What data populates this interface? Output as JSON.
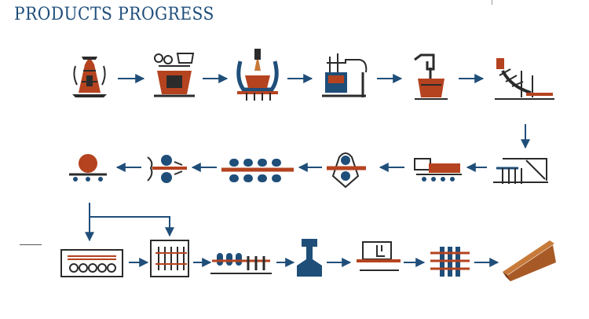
{
  "title": "PRODUCTS PROGRESS",
  "colors": {
    "navy": "#1f4e79",
    "rust": "#b5431f",
    "dark": "#2b2b2b",
    "steel": "#c77a3a"
  },
  "steps": [
    {
      "id": "iron-ore-mining",
      "icon": "mine-tower-icon"
    },
    {
      "id": "sintering",
      "icon": "sintering-plant-icon"
    },
    {
      "id": "blast-furnace",
      "icon": "blast-furnace-icon"
    },
    {
      "id": "converter",
      "icon": "converter-icon"
    },
    {
      "id": "ladle-refining",
      "icon": "ladle-furnace-icon"
    },
    {
      "id": "continuous-casting",
      "icon": "continuous-caster-icon"
    },
    {
      "id": "cutting",
      "icon": "cutting-table-icon"
    },
    {
      "id": "billet-transfer",
      "icon": "billet-cart-icon"
    },
    {
      "id": "descaling",
      "icon": "descaler-icon"
    },
    {
      "id": "rolling-mill",
      "icon": "rolling-mill-icon"
    },
    {
      "id": "shearing",
      "icon": "flying-shear-icon"
    },
    {
      "id": "coil-car",
      "icon": "coil-car-icon"
    },
    {
      "id": "reheating-furnace",
      "icon": "reheating-furnace-icon"
    },
    {
      "id": "cooling-bed",
      "icon": "cooling-bed-icon"
    },
    {
      "id": "straightening",
      "icon": "straightener-icon"
    },
    {
      "id": "rail-section",
      "icon": "rail-profile-icon"
    },
    {
      "id": "inspection",
      "icon": "inspection-station-icon"
    },
    {
      "id": "bundling",
      "icon": "bundling-icon"
    },
    {
      "id": "finished-beam",
      "icon": "steel-beam-icon"
    }
  ]
}
